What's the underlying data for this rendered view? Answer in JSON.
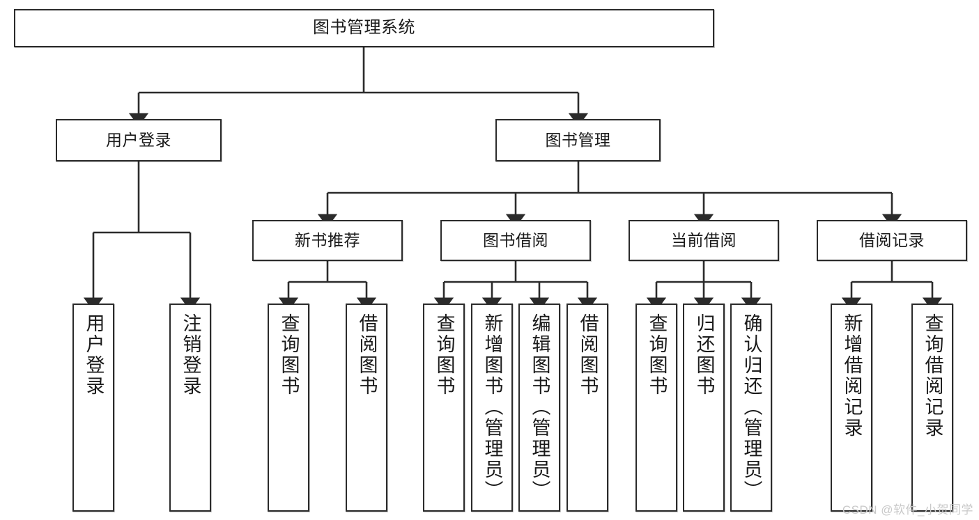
{
  "diagram": {
    "type": "tree-hierarchy-chart",
    "title": "图书管理系统",
    "background_color": "#ffffff",
    "node_border_color": "#2b2b2b",
    "edge_color": "#2b2b2b",
    "levels": 4
  },
  "nodes": {
    "root": {
      "id": "root",
      "label": "图书管理系统",
      "level": 1,
      "orientation": "horizontal"
    },
    "l2": [
      {
        "id": "user-login",
        "label": "用户登录",
        "level": 2,
        "orientation": "horizontal"
      },
      {
        "id": "book-manage",
        "label": "图书管理",
        "level": 2,
        "orientation": "horizontal"
      }
    ],
    "l3": [
      {
        "id": "new-book-recommend",
        "label": "新书推荐",
        "level": 3,
        "orientation": "horizontal",
        "parent": "book-manage"
      },
      {
        "id": "book-borrow",
        "label": "图书借阅",
        "level": 3,
        "orientation": "horizontal",
        "parent": "book-manage"
      },
      {
        "id": "current-borrow",
        "label": "当前借阅",
        "level": 3,
        "orientation": "horizontal",
        "parent": "book-manage"
      },
      {
        "id": "borrow-record",
        "label": "借阅记录",
        "level": 3,
        "orientation": "horizontal",
        "parent": "book-manage"
      }
    ],
    "leaves": [
      {
        "id": "leaf-user-login",
        "label": "用户登录",
        "parent": "user-login",
        "orientation": "vertical"
      },
      {
        "id": "leaf-user-logout",
        "label": "注销登录",
        "parent": "user-login",
        "orientation": "vertical"
      },
      {
        "id": "leaf-query-book-1",
        "label": "查询图书",
        "parent": "new-book-recommend",
        "orientation": "vertical"
      },
      {
        "id": "leaf-borrow-book-1",
        "label": "借阅图书",
        "parent": "new-book-recommend",
        "orientation": "vertical"
      },
      {
        "id": "leaf-query-book-2",
        "label": "查询图书",
        "parent": "book-borrow",
        "orientation": "vertical"
      },
      {
        "id": "leaf-add-book",
        "label": "新增图书（管理员）",
        "parent": "book-borrow",
        "orientation": "vertical"
      },
      {
        "id": "leaf-edit-book",
        "label": "编辑图书（管理员）",
        "parent": "book-borrow",
        "orientation": "vertical"
      },
      {
        "id": "leaf-borrow-book-2",
        "label": "借阅图书",
        "parent": "book-borrow",
        "orientation": "vertical"
      },
      {
        "id": "leaf-query-book-3",
        "label": "查询图书",
        "parent": "current-borrow",
        "orientation": "vertical"
      },
      {
        "id": "leaf-return-book",
        "label": "归还图书",
        "parent": "current-borrow",
        "orientation": "vertical"
      },
      {
        "id": "leaf-confirm-return",
        "label": "确认归还（管理员）",
        "parent": "current-borrow",
        "orientation": "vertical"
      },
      {
        "id": "leaf-add-record",
        "label": "新增借阅记录",
        "parent": "borrow-record",
        "orientation": "vertical"
      },
      {
        "id": "leaf-query-record",
        "label": "查询借阅记录",
        "parent": "borrow-record",
        "orientation": "vertical"
      }
    ]
  },
  "watermark": {
    "text": "CSDN @软件_小贺同学"
  }
}
